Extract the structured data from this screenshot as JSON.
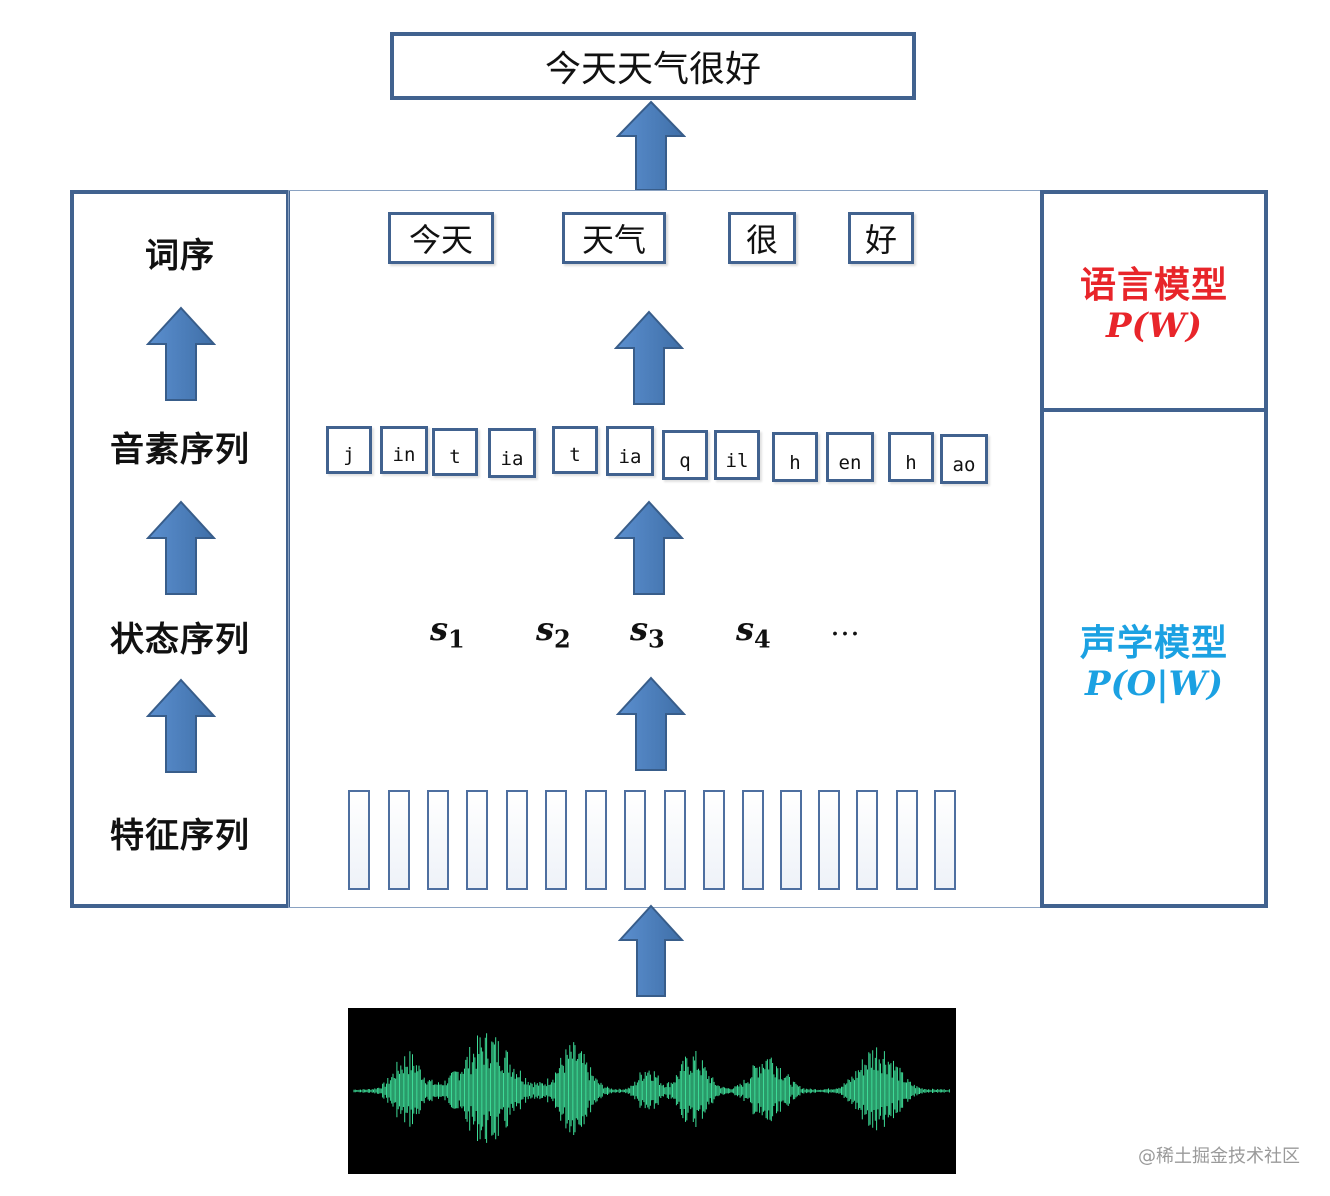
{
  "result_text": "今天天气很好",
  "left_labels": [
    "词序",
    "音素序列",
    "状态序列",
    "特征序列"
  ],
  "words": [
    "今天",
    "天气",
    "很",
    "好"
  ],
  "phonemes": [
    "j",
    "in",
    "t",
    "ia",
    "t",
    "ia",
    "q",
    "il",
    "h",
    "en",
    "h",
    "ao"
  ],
  "states": [
    {
      "base": "s",
      "sub": "1"
    },
    {
      "base": "s",
      "sub": "2"
    },
    {
      "base": "s",
      "sub": "3"
    },
    {
      "base": "s",
      "sub": "4"
    }
  ],
  "ellipsis": "…",
  "language_model": {
    "title": "语言模型",
    "formula": "P(W)",
    "color": "#e8252a"
  },
  "acoustic_model": {
    "title": "声学模型",
    "formula": "P(O|W)",
    "color": "#1ba1e2"
  },
  "colors": {
    "border": "#41628f",
    "arrow": "#4f81bd",
    "wave": "#3ddc97"
  },
  "watermark": "@稀土掘金技术社区"
}
